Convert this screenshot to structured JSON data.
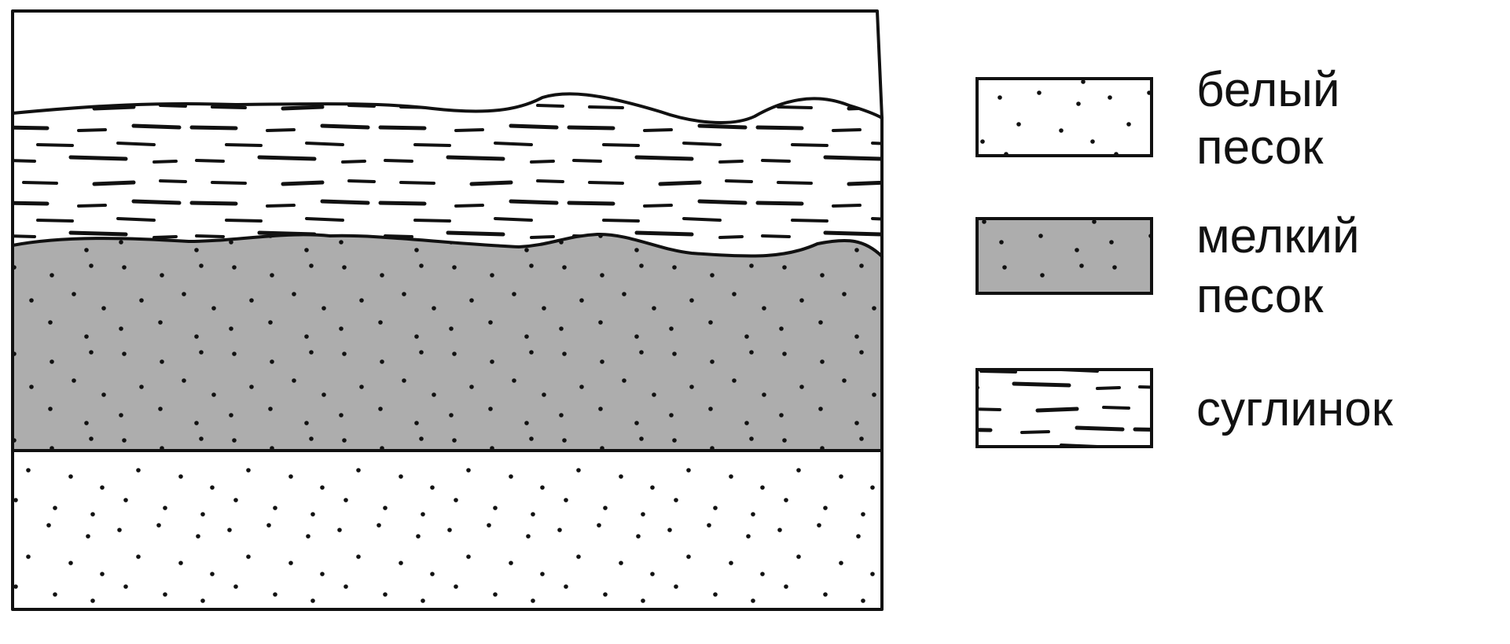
{
  "diagram": {
    "type": "soil-profile-cross-section",
    "layers_top_to_bottom": [
      "суглинок",
      "мелкий песок",
      "белый песок"
    ],
    "colors": {
      "loam_fill": "#ffffff",
      "fine_sand_fill": "#adadad",
      "white_sand_fill": "#ffffff",
      "ink": "#111111"
    }
  },
  "legend": {
    "items": [
      {
        "id": "white-sand",
        "pattern": "dots-on-white",
        "label_line1": "белый",
        "label_line2": "песок"
      },
      {
        "id": "fine-sand",
        "pattern": "dots-on-gray",
        "label_line1": "мелкий",
        "label_line2": "песок"
      },
      {
        "id": "loam",
        "pattern": "dashes-on-white",
        "label_line1": "суглинок",
        "label_line2": ""
      }
    ]
  }
}
